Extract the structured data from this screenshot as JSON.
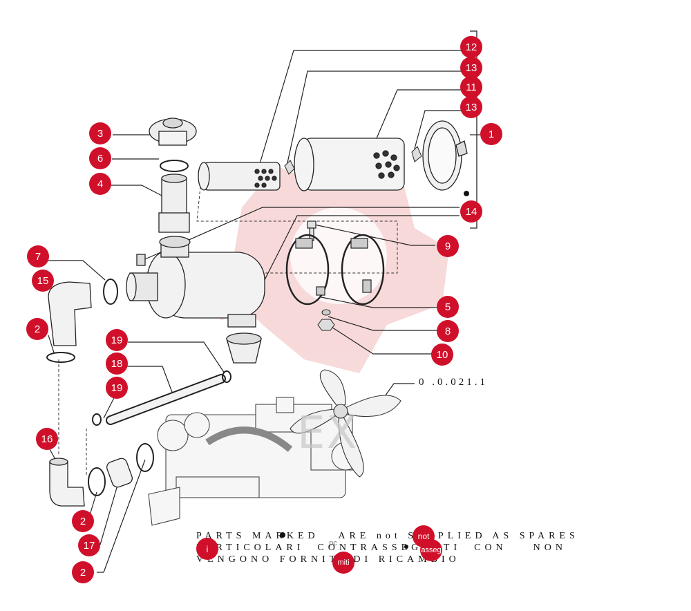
{
  "diagram": {
    "callouts": [
      {
        "id": "b12",
        "label": "12"
      },
      {
        "id": "b13a",
        "label": "13"
      },
      {
        "id": "b11",
        "label": "11"
      },
      {
        "id": "b13b",
        "label": "13"
      },
      {
        "id": "b1",
        "label": "1"
      },
      {
        "id": "b3",
        "label": "3"
      },
      {
        "id": "b6",
        "label": "6"
      },
      {
        "id": "b4",
        "label": "4"
      },
      {
        "id": "b14",
        "label": "14"
      },
      {
        "id": "b9",
        "label": "9"
      },
      {
        "id": "b7",
        "label": "7"
      },
      {
        "id": "b15",
        "label": "15"
      },
      {
        "id": "b5",
        "label": "5"
      },
      {
        "id": "b2a",
        "label": "2"
      },
      {
        "id": "b8",
        "label": "8"
      },
      {
        "id": "b19a",
        "label": "19"
      },
      {
        "id": "b10",
        "label": "10"
      },
      {
        "id": "b18",
        "label": "18"
      },
      {
        "id": "b19b",
        "label": "19"
      },
      {
        "id": "b16",
        "label": "16"
      },
      {
        "id": "b2b",
        "label": "2"
      },
      {
        "id": "b17",
        "label": "17"
      },
      {
        "id": "b2c",
        "label": "2"
      }
    ],
    "reference_code": "0 .0.021.1",
    "watermark": "EX",
    "notes": {
      "line1": "PARTS MARKED   ARE not SUPPLIED AS SPARES",
      "line2": "PARTICOLARI  CONTRASSEGNATI  CON    NON",
      "line3": "VENGONO FORNITI DI RICAMBIO"
    },
    "overlay_badges": [
      "not",
      "i",
      "asseg",
      "pc",
      "miti"
    ]
  },
  "colors": {
    "callout": "#d0102a",
    "watermark": "#f3c9c9",
    "line": "#222222"
  }
}
